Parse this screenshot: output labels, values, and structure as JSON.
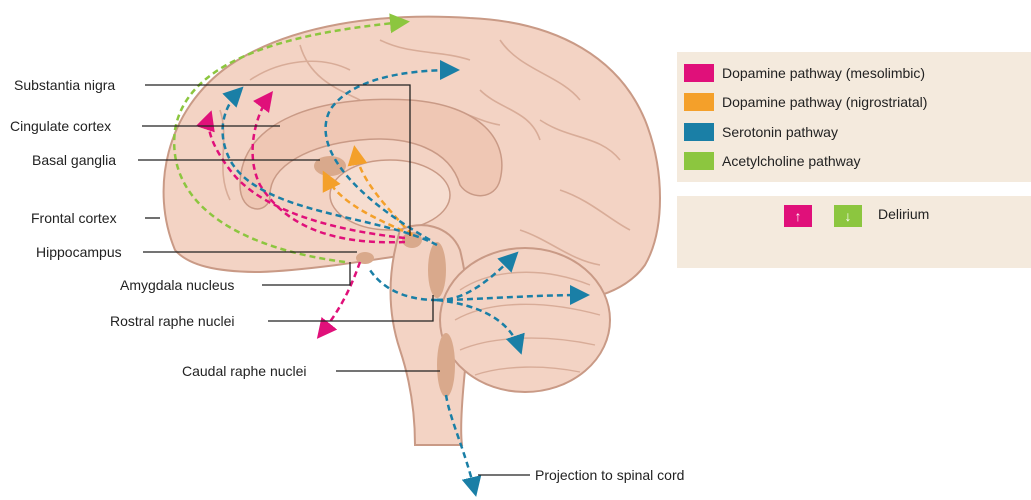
{
  "labels": {
    "substantia_nigra": "Substantia nigra",
    "cingulate_cortex": "Cingulate cortex",
    "basal_ganglia": "Basal ganglia",
    "frontal_cortex": "Frontal cortex",
    "hippocampus": "Hippocampus",
    "amygdala": "Amygdala nucleus",
    "rostral_raphe": "Rostral raphe nuclei",
    "caudal_raphe": "Caudal raphe nuclei",
    "spinal_projection": "Projection to spinal cord"
  },
  "legend": [
    {
      "label": "Dopamine pathway (mesolimbic)",
      "color": "#e0107a"
    },
    {
      "label": "Dopamine pathway (nigrostriatal)",
      "color": "#f4a02a"
    },
    {
      "label": "Serotonin pathway",
      "color": "#1a7fa6"
    },
    {
      "label": "Acetylcholine pathway",
      "color": "#8cc63f"
    }
  ],
  "key": {
    "up_symbol": "↑",
    "down_symbol": "↓",
    "up_color": "#e0107a",
    "down_color": "#8cc63f",
    "label": "Delirium"
  },
  "colors": {
    "brain_fill": "#f3d3c4",
    "brain_outline": "#c99a86",
    "nucleus_fill": "#d9a98c",
    "legend_bg": "#f4eadd"
  }
}
